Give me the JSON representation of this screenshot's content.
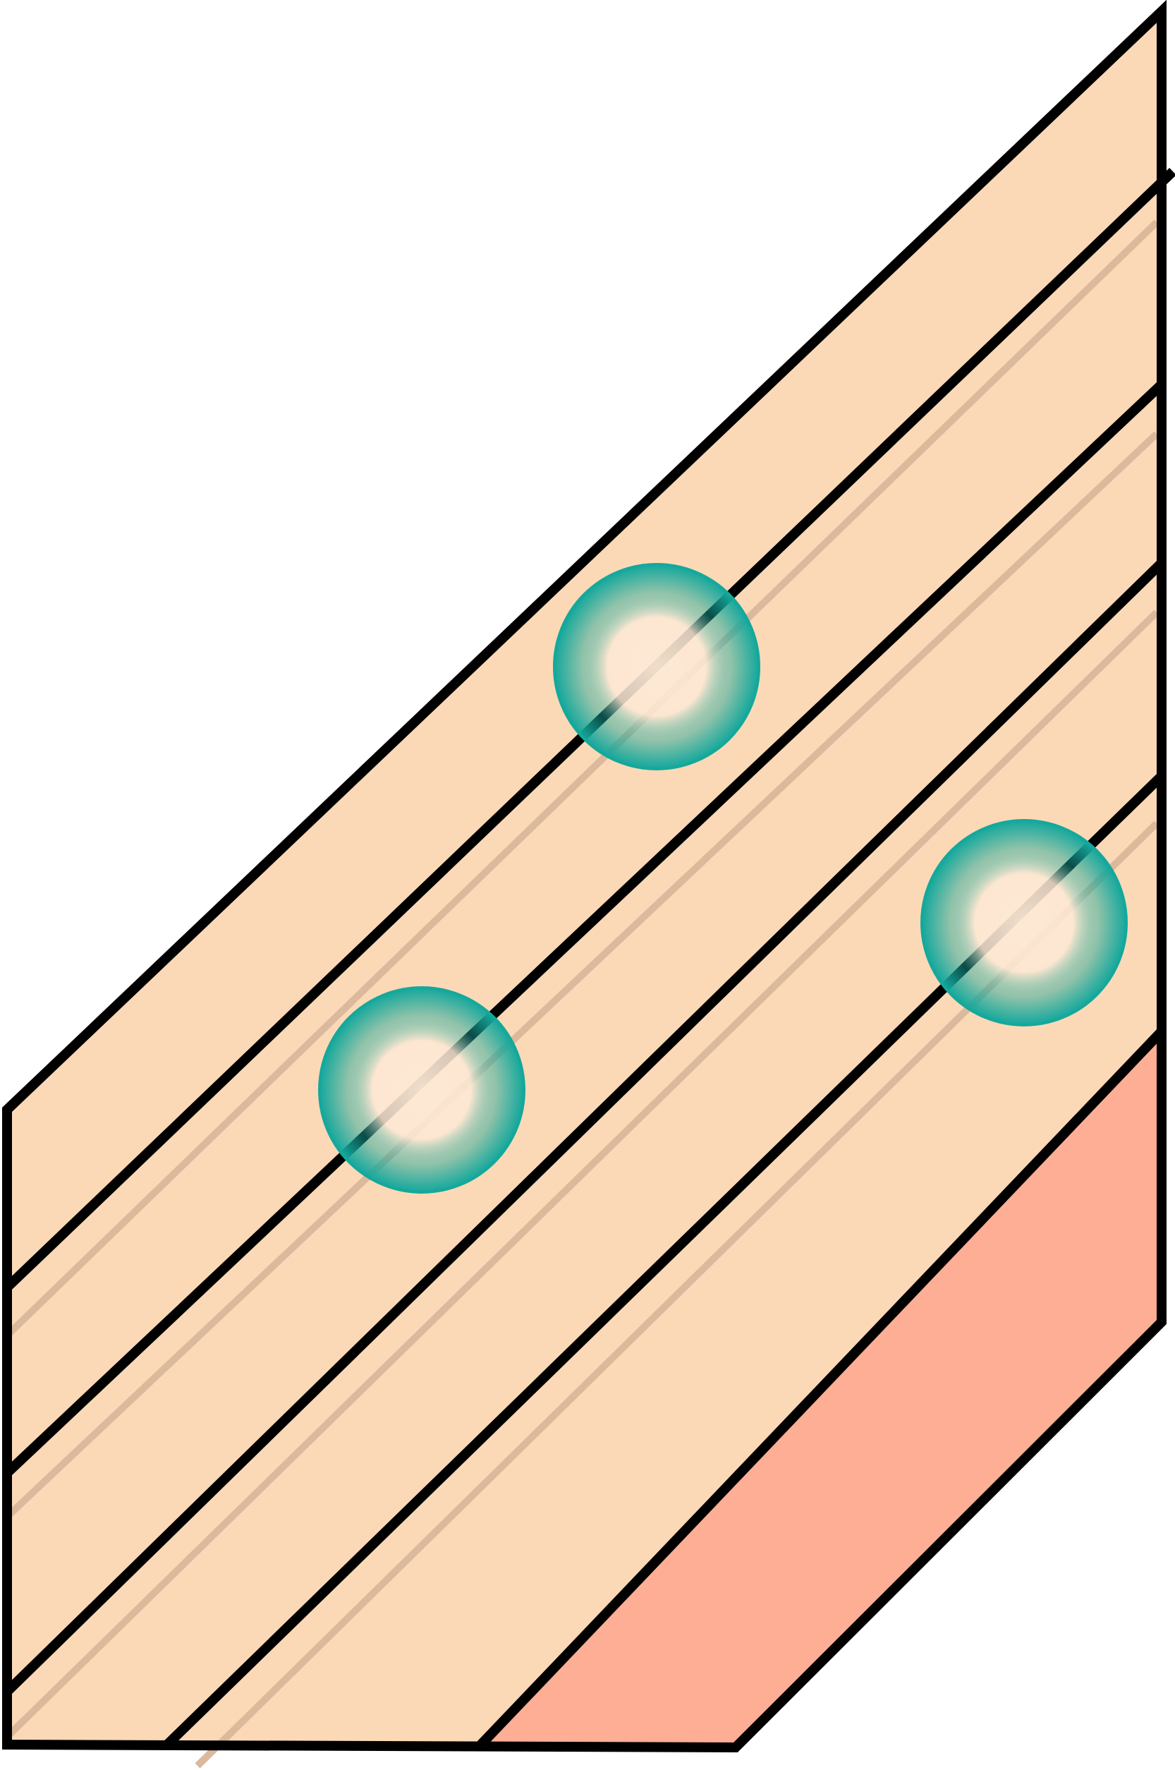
{
  "diagram": {
    "kind": "layered-slab-cross-section",
    "labels": [],
    "layers": [
      {
        "name": "layer-1",
        "fill": "#fcd9b6"
      },
      {
        "name": "layer-2",
        "fill": "#fcd9b6"
      },
      {
        "name": "layer-3",
        "fill": "#fcd9b6"
      },
      {
        "name": "layer-4",
        "fill": "#fcd9b6"
      },
      {
        "name": "layer-5",
        "fill": "#fcd9b6"
      },
      {
        "name": "base-layer",
        "fill": "#fdae94"
      }
    ],
    "particles": [
      {
        "name": "particle-1",
        "layer_boundary": 1
      },
      {
        "name": "particle-2",
        "layer_boundary": 2
      },
      {
        "name": "particle-3",
        "layer_boundary": 4
      }
    ],
    "colors": {
      "outline": "#000000",
      "layer_fill": "#fcd9b6",
      "base_fill": "#fdae94",
      "inner_line": "#dbb99c",
      "particle_edge": "#14a89c",
      "particle_center": "#fde9d6"
    }
  }
}
